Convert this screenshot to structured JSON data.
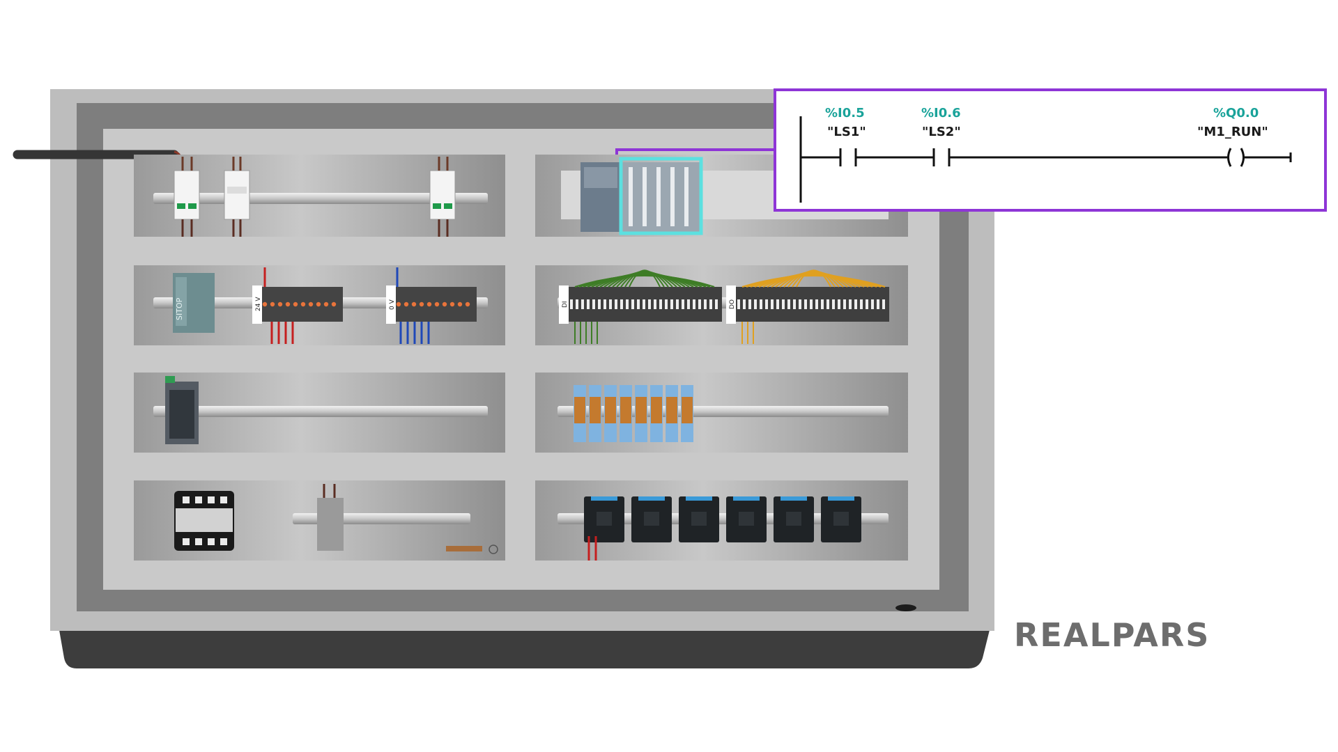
{
  "ladder": {
    "contact1": {
      "address": "%I0.5",
      "tag": "\"LS1\""
    },
    "contact2": {
      "address": "%I0.6",
      "tag": "\"LS2\""
    },
    "coil": {
      "address": "%Q0.0",
      "tag": "\"M1_RUN\""
    }
  },
  "panel": {
    "din_labels": {
      "v24": "24 V",
      "v0": "0 V",
      "di": "DI",
      "do": "DO"
    },
    "psu_label": "SITOP"
  },
  "brand": {
    "logo_text": "REALPARS"
  },
  "colors": {
    "highlight": "#8e35d6",
    "module_highlight": "#5ce0e0",
    "address": "#1aa39a",
    "breaker_green": "#1f9a4a",
    "relay_orange": "#c47a2e"
  }
}
